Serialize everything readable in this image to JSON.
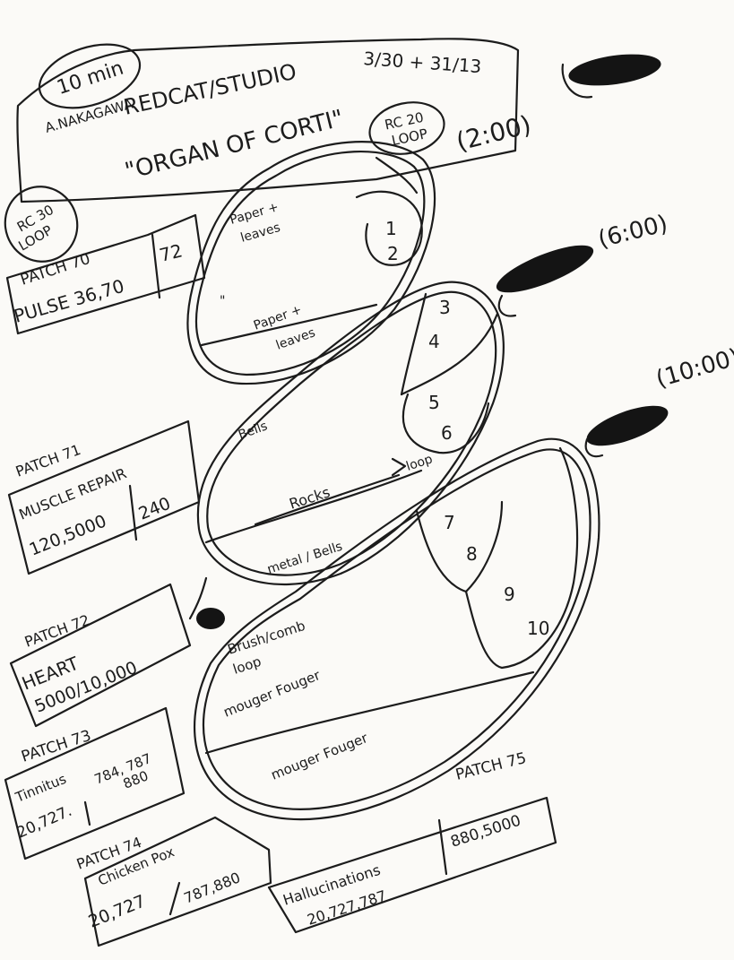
{
  "header": {
    "duration": "10 min",
    "composer": "A.NAKAGAWA",
    "venue": "REDCAT/STUDIO",
    "dates": "3/30 + 31/13",
    "title": "\"ORGAN OF CORTI\""
  },
  "loops": {
    "rc20": [
      "RC 20",
      "LOOP"
    ],
    "rc30": [
      "RC 30",
      "LOOP"
    ]
  },
  "times": {
    "t1": "(2:00)",
    "t2": "(6:00)",
    "t3": "(10:00)"
  },
  "regions": {
    "paper1": [
      "Paper +",
      "leaves"
    ],
    "paper2": [
      "Paper +",
      "leaves"
    ],
    "ditto": "\"",
    "n12": [
      "1",
      "2"
    ],
    "n34": [
      "3",
      "4"
    ],
    "n56": [
      "5",
      "6"
    ],
    "bells": "Bells",
    "rocks": "Rocks",
    "loop": "loop",
    "metal": "metal / Bells",
    "n78": [
      "7",
      "8"
    ],
    "n910": [
      "9",
      "10"
    ],
    "brush": [
      "Brush/comb",
      "loop"
    ],
    "fouger1": "mouger Fouger",
    "fouger2": "mouger Fouger"
  },
  "patches": {
    "p70": {
      "label": "PATCH 70",
      "name": "PULSE 36,70",
      "value": "72"
    },
    "p71": {
      "label": "PATCH 71",
      "name": "MUSCLE REPAIR",
      "values": "120,5000",
      "value": "240"
    },
    "p72": {
      "label": "PATCH 72",
      "name": "HEART",
      "values": "5000/10,000"
    },
    "p73": {
      "label": "PATCH 73",
      "name": "Tinnitus",
      "values": "20,727.",
      "extra": [
        "784, 787",
        "880"
      ]
    },
    "p74": {
      "label": "PATCH 74",
      "name": "Chicken Pox",
      "values": "20,727",
      "extra": "787,880"
    },
    "p75": {
      "label": "PATCH 75",
      "name": "Hallucinations",
      "values": "20,727,787",
      "extra": "880,5000"
    }
  }
}
